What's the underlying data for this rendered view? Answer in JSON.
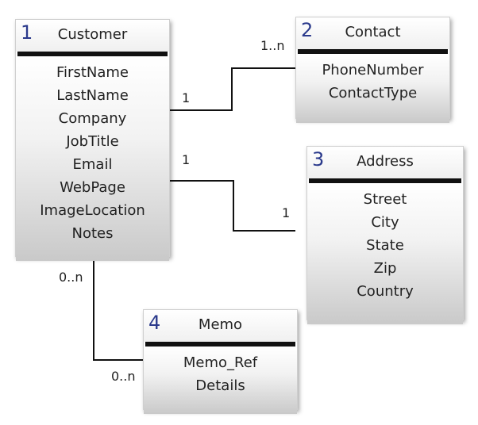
{
  "entities": {
    "customer": {
      "number": "1",
      "title": "Customer",
      "attributes": [
        "FirstName",
        "LastName",
        "Company",
        "JobTitle",
        "Email",
        "WebPage",
        "ImageLocation",
        "Notes"
      ]
    },
    "contact": {
      "number": "2",
      "title": "Contact",
      "attributes": [
        "PhoneNumber",
        "ContactType"
      ]
    },
    "address": {
      "number": "3",
      "title": "Address",
      "attributes": [
        "Street",
        "City",
        "State",
        "Zip",
        "Country"
      ]
    },
    "memo": {
      "number": "4",
      "title": "Memo",
      "attributes": [
        "Memo_Ref",
        "Details"
      ]
    }
  },
  "cardinalities": {
    "customer_contact_left": "1",
    "customer_contact_right": "1..n",
    "customer_address_left": "1",
    "customer_address_right": "1",
    "customer_memo_top": "0..n",
    "customer_memo_bottom": "0..n"
  }
}
